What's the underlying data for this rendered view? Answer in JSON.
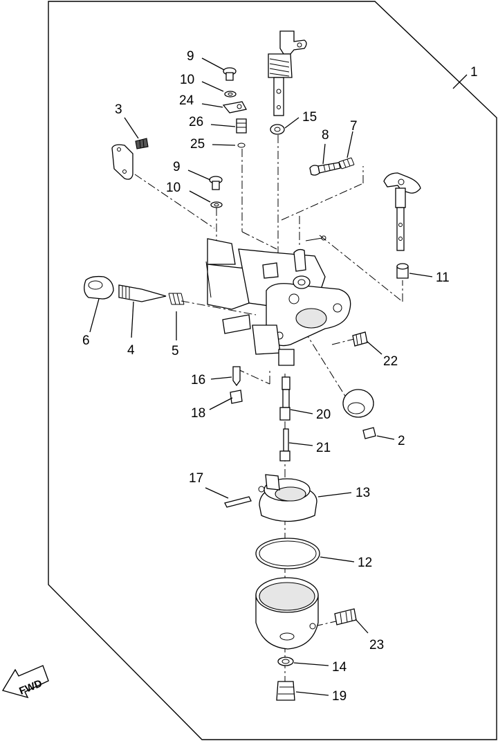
{
  "callouts": {
    "p1": "1",
    "p2": "2",
    "p3": "3",
    "p4": "4",
    "p5": "5",
    "p6": "6",
    "p7": "7",
    "p8": "8",
    "p9a": "9",
    "p9b": "9",
    "p10a": "10",
    "p10b": "10",
    "p11": "11",
    "p12": "12",
    "p13": "13",
    "p14": "14",
    "p15": "15",
    "p16": "16",
    "p17": "17",
    "p18": "18",
    "p19": "19",
    "p20": "20",
    "p21": "21",
    "p22": "22",
    "p23": "23",
    "p24": "24",
    "p25": "25",
    "p26": "26"
  },
  "direction_badge": {
    "label": "FWD"
  }
}
